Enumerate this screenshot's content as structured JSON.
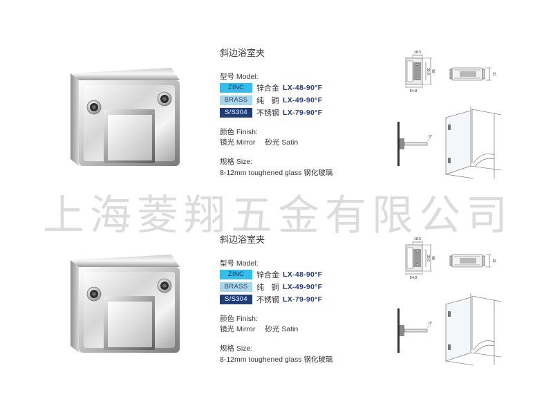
{
  "watermark": "上海菱翔五金有限公司",
  "colors": {
    "watermark": "#dcdcdc",
    "zinc_badge": "#33bfeb",
    "zinc_badge_text": "#12305a",
    "brass_badge": "#a8d7ec",
    "brass_badge_text": "#2f4258",
    "ss304_badge": "#1e3d7b",
    "ss304_badge_text": "#ffffff",
    "model_code": "#1c3a8a"
  },
  "products": [
    {
      "title": "斜边浴室夹",
      "model_label": "型号 Model:",
      "models": [
        {
          "material_en": "ZINC",
          "material_cn": "锌合金",
          "code": "LX-48-90°F"
        },
        {
          "material_en": "BRASS",
          "material_cn": "纯   铜",
          "code": "LX-49-90°F"
        },
        {
          "material_en": "S/S304",
          "material_cn": "不锈钢",
          "code": "LX-79-90°F"
        }
      ],
      "finish_label": "颜色 Finish:",
      "finishes": [
        "镜光 Mirror",
        "砂光 Satin"
      ],
      "size_label": "规格 Size:",
      "size_value": "8-12mm toughened glass 钢化玻璃",
      "drawing_labels": {
        "top_width": "18.5",
        "bottom_width": "54.8",
        "inner_height": "35.8",
        "height": "88",
        "depth": "21",
        "angle": "0°"
      }
    },
    {
      "title": "斜边浴室夹",
      "model_label": "型号 Model:",
      "models": [
        {
          "material_en": "ZINC",
          "material_cn": "锌合金",
          "code": "LX-48-90°F"
        },
        {
          "material_en": "BRASS",
          "material_cn": "纯   铜",
          "code": "LX-49-90°F"
        },
        {
          "material_en": "S/S304",
          "material_cn": "不锈钢",
          "code": "LX-79-90°F"
        }
      ],
      "finish_label": "颜色 Finish:",
      "finishes": [
        "镜光 Mirror",
        "砂光 Satin"
      ],
      "size_label": "规格 Size:",
      "size_value": "8-12mm toughened glass 钢化玻璃",
      "drawing_labels": {
        "top_width": "18.5",
        "bottom_width": "54.8",
        "inner_height": "35.8",
        "height": "88",
        "depth": "21",
        "angle": "0°"
      }
    }
  ]
}
